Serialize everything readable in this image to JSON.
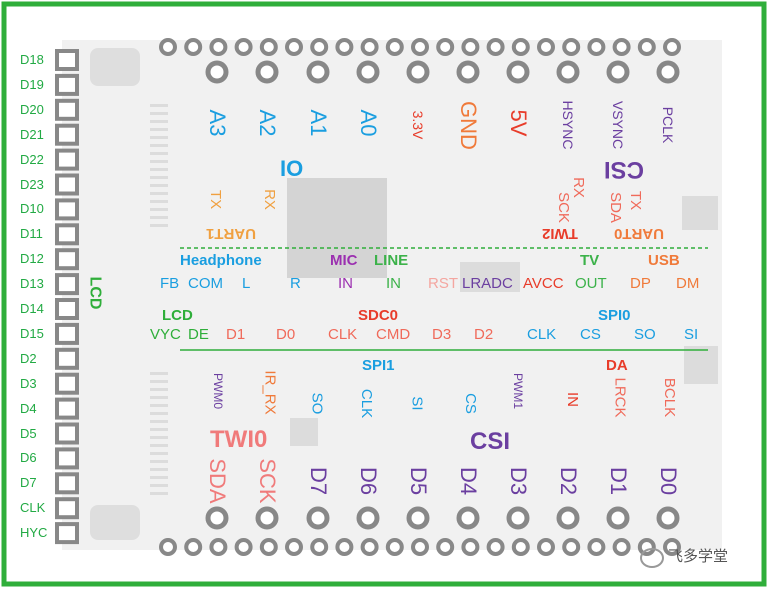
{
  "colors": {
    "green": "#2fae3a",
    "blue": "#1a9ee0",
    "purple": "#6b3fa0",
    "red": "#e83c2a",
    "orange": "#f07a3a",
    "pink": "#f06a5a",
    "magenta": "#9b30b0",
    "lightgreen": "#3cb24a"
  },
  "left_pins": [
    "D18",
    "D19",
    "D20",
    "D21",
    "D22",
    "D23",
    "D10",
    "D11",
    "D12",
    "D13",
    "D14",
    "D15",
    "D2",
    "D3",
    "D4",
    "D5",
    "D6",
    "D7",
    "CLK",
    "HYC"
  ],
  "lcd_label": "LCD",
  "top_pins": [
    "A3",
    "A2",
    "A1",
    "A0",
    "3.3V",
    "GND",
    "5V",
    "HSYNC",
    "VSYNC",
    "PCLK"
  ],
  "bottom_pins": [
    "SDA",
    "SCK",
    "D7",
    "D6",
    "D5",
    "D4",
    "D3",
    "D2",
    "D1",
    "D0"
  ],
  "labels": {
    "io": "IO",
    "csi_top": "CSI",
    "tx": "TX",
    "rx": "RX",
    "uart1": "UART1",
    "rx2": "RX",
    "sck": "SCK",
    "tx2": "TX",
    "sda": "SDA",
    "twi2": "TWI2",
    "uart0": "UART0",
    "headphone": "Headphone",
    "mic": "MIC",
    "line": "LINE",
    "tv": "TV",
    "usb": "USB",
    "fb": "FB",
    "com": "COM",
    "l": "L",
    "r": "R",
    "in1": "IN",
    "in2": "IN",
    "rst": "RST",
    "lradc": "LRADC",
    "avcc": "AVCC",
    "out": "OUT",
    "dp": "DP",
    "dm": "DM",
    "lcd2": "LCD",
    "sdc0": "SDC0",
    "spi0": "SPI0",
    "vyc": "VYC",
    "de": "DE",
    "d1": "D1",
    "d0": "D0",
    "clk": "CLK",
    "cmd": "CMD",
    "d3": "D3",
    "d2": "D2",
    "clk2": "CLK",
    "cs": "CS",
    "so": "SO",
    "si": "SI",
    "spi1": "SPI1",
    "da": "DA",
    "pwm0": "PWM0",
    "ir_rx": "IR_RX",
    "so2": "SO",
    "clk3": "CLK",
    "si2": "SI",
    "cs2": "CS",
    "pwm1": "PWM1",
    "in3": "IN",
    "lrck": "LRCK",
    "bclk": "BCLK",
    "twi0": "TWI0",
    "csi_bottom": "CSI"
  },
  "watermark": "飞多学堂"
}
